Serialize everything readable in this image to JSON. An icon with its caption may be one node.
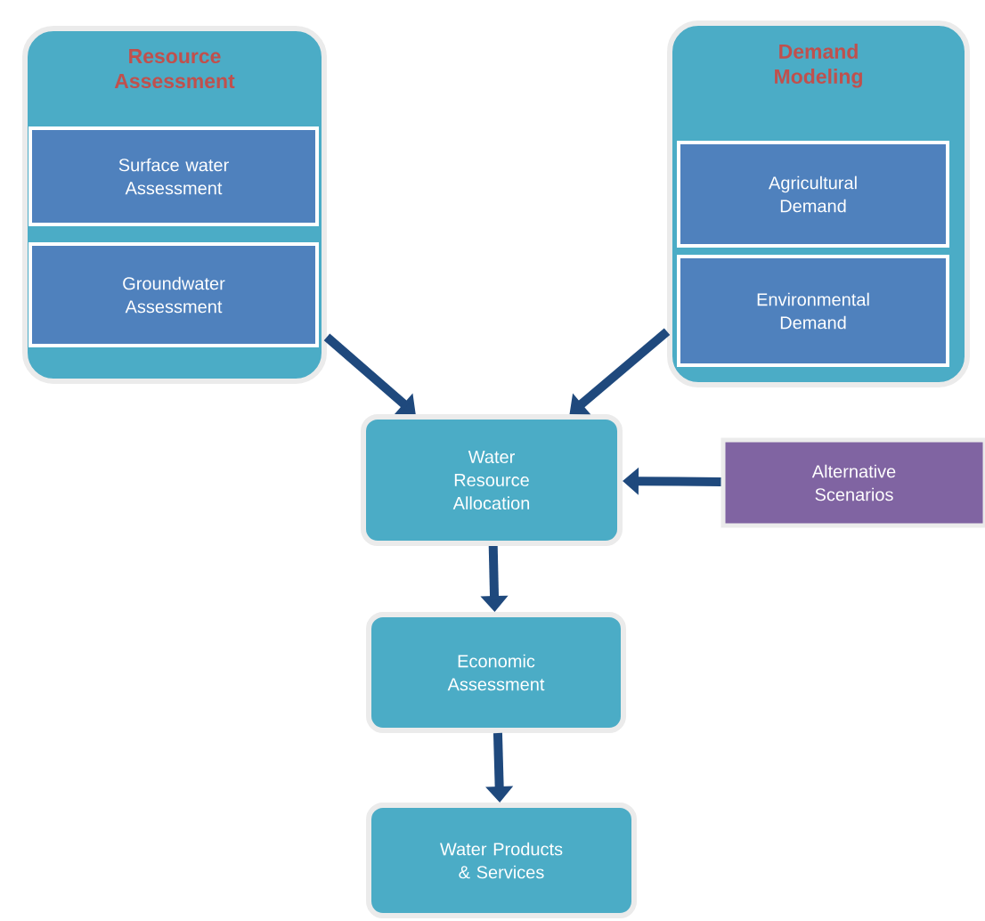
{
  "diagram": {
    "nodes": [
      {
        "text": [
          "Resource Assessment"
        ]
      },
      {
        "text": [
          "Surface water Assessment"
        ],
        "in": 0
      },
      {
        "text": [
          "Groundwater Assessment"
        ],
        "in": 0
      },
      {
        "text": [
          "Demand Modeling"
        ]
      },
      {
        "text": [
          "Agricultural Demand"
        ],
        "in": 3
      },
      {
        "text": [
          "Environmental Demand"
        ],
        "in": 3
      },
      {
        "text": [
          "Water Resource Allocation"
        ]
      },
      {
        "text": [
          "Alternative Scenarios"
        ]
      },
      {
        "text": [
          "Economic Assessment"
        ]
      },
      {
        "text": [
          "Water Products & Services"
        ]
      }
    ],
    "edges": [
      {
        "from": 0,
        "to": 6,
        "arrow": "to"
      },
      {
        "from": 3,
        "to": 6,
        "arrow": "to"
      },
      {
        "from": 7,
        "to": 6,
        "arrow": "to"
      },
      {
        "from": 6,
        "to": 8,
        "arrow": "to"
      },
      {
        "from": 8,
        "to": 9,
        "arrow": "to"
      }
    ]
  }
}
